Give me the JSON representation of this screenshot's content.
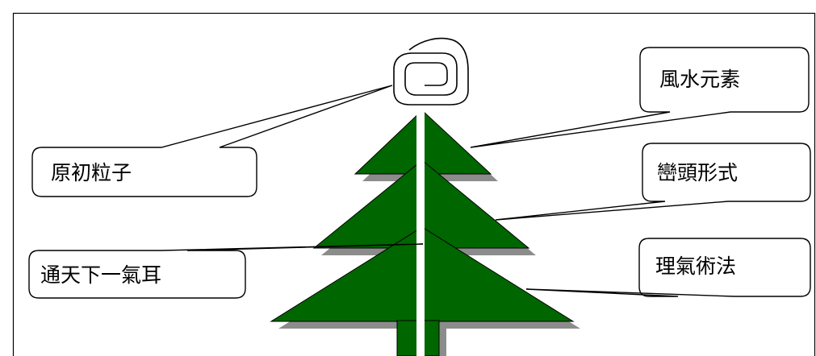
{
  "diagram": {
    "labels": {
      "origin_particle": "原初粒子",
      "one_qi": "通天下一氣耳",
      "fengshui_elements": "風水元素",
      "landform_school": "巒頭形式",
      "liqi_methods": "理氣術法"
    },
    "colors": {
      "tree_fill": "#006600",
      "tree_shadow": "#8c8c8c",
      "trunk_line": "#ffffff",
      "outline": "#000000",
      "background": "#ffffff"
    }
  }
}
